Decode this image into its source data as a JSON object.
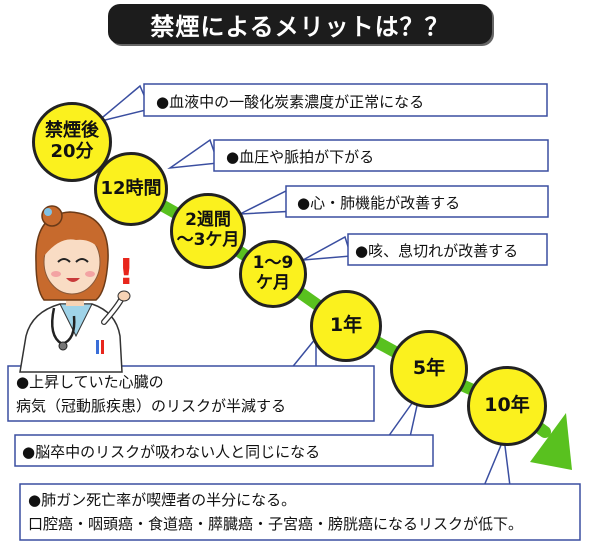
{
  "title": "禁煙によるメリットは？？",
  "colors": {
    "node_fill": "#fbf11e",
    "timeline_line": "#59c11f",
    "arrow_head": "#59c11f",
    "callout_border": "#3a4ea0",
    "title_bg": "#1c1c1c",
    "exclamation": "#e8261c"
  },
  "illustration": {
    "name": "doctor-with-stethoscope",
    "exclamation": "!"
  },
  "milestones": [
    {
      "lines": [
        "禁煙後",
        "20分"
      ]
    },
    {
      "lines": [
        "12時間"
      ]
    },
    {
      "lines": [
        "2週間",
        "～3ケ月"
      ]
    },
    {
      "lines": [
        "1～9",
        "ケ月"
      ]
    },
    {
      "lines": [
        "1年"
      ]
    },
    {
      "lines": [
        "5年"
      ]
    },
    {
      "lines": [
        "10年"
      ]
    }
  ],
  "benefits": [
    {
      "lines": [
        "●血液中の一酸化炭素濃度が正常になる"
      ]
    },
    {
      "lines": [
        "●血圧や脈拍が下がる"
      ]
    },
    {
      "lines": [
        "●心・肺機能が改善する"
      ]
    },
    {
      "lines": [
        "●咳、息切れが改善する"
      ]
    },
    {
      "lines": [
        "●上昇していた心臓の",
        "病気（冠動脈疾患）のリスクが半減する"
      ]
    },
    {
      "lines": [
        "●脳卒中のリスクが吸わない人と同じになる"
      ]
    },
    {
      "lines": [
        "●肺ガン死亡率が喫煙者の半分になる。",
        "口腔癌・咽頭癌・食道癌・膵臓癌・子宮癌・膀胱癌になるリスクが低下。"
      ]
    }
  ]
}
